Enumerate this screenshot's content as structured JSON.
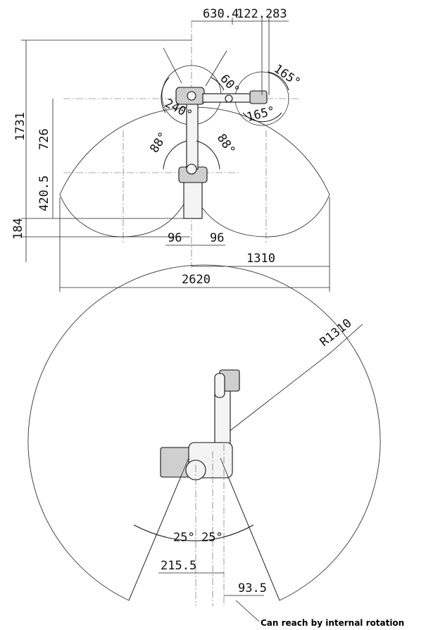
{
  "side_view": {
    "dims": {
      "top_reach": "630.4",
      "top_offset": "122.283",
      "height_total": "1731",
      "height_upper": "726",
      "height_mid": "420.5",
      "height_base": "184",
      "base_left": "96",
      "base_right": "96",
      "radius_half": "1310",
      "width_total": "2620"
    },
    "angles": {
      "a60": "60°",
      "a165_top": "165°",
      "a240": "240°",
      "a165_inner": "165°",
      "a88_left": "88°",
      "a88_right": "88°"
    }
  },
  "top_view": {
    "radius": "R1310",
    "angle_left": "25°",
    "angle_right": "25°",
    "offset_left": "215.5",
    "offset_right": "93.5",
    "note": "Can reach by internal rotation"
  }
}
